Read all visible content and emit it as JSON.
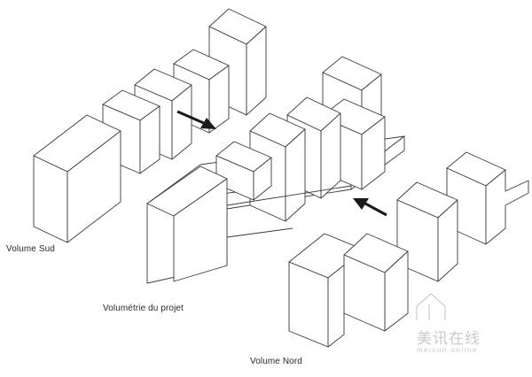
{
  "labels": {
    "volume_sud": "Volume Sud",
    "volumetrie": "Volumétrie du projet",
    "volume_nord": "Volume Nord"
  },
  "watermark": {
    "main": "美讯在线",
    "sub": "meixun online"
  },
  "colors": {
    "stroke": "#3a3a3a",
    "arrow": "#1a1a1a",
    "watermark": "#c9c9c9"
  }
}
